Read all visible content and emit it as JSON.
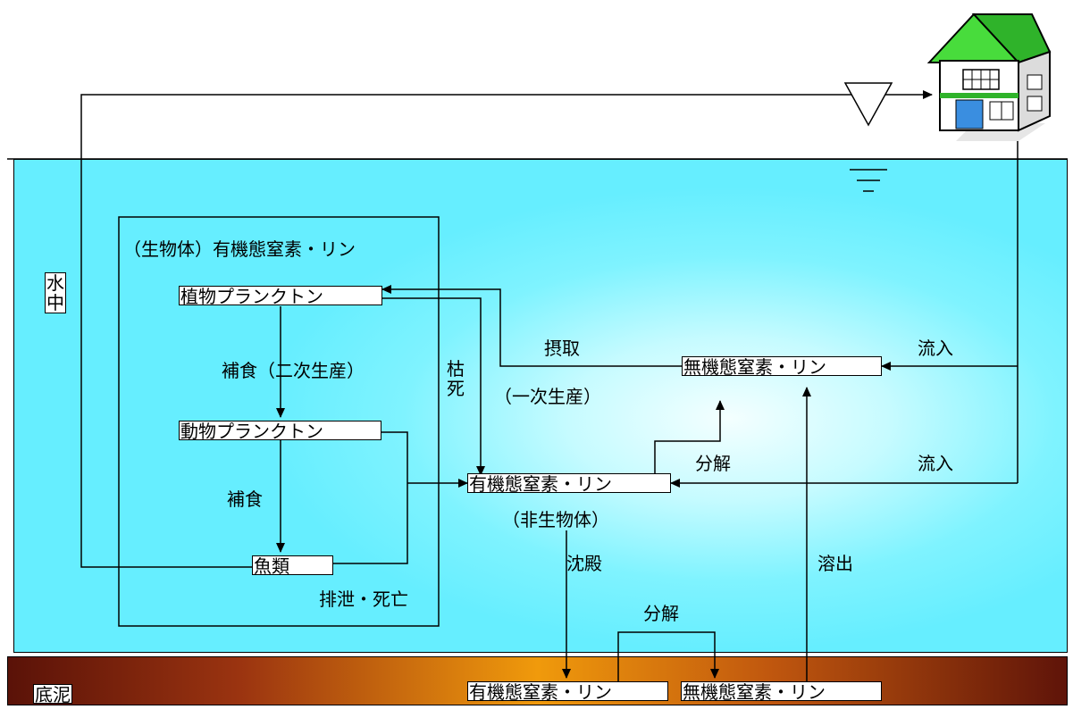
{
  "zones": {
    "water_label": "水中",
    "sediment_label": "底泥"
  },
  "organisms_group": {
    "title": "（生物体）有機態窒素・リン",
    "phytoplankton": "植物プランクトン",
    "zooplankton": "動物プランクトン",
    "fish": "魚類",
    "predation_secondary": "補食（二次生産）",
    "predation": "補食",
    "excretion_death": "排泄・死亡"
  },
  "water_column": {
    "inorganic": "無機態窒素・リン",
    "organic": "有機態窒素・リン",
    "non_living": "（非生物体）",
    "uptake": "摂取",
    "primary_production": "（一次生産）",
    "decomposition": "分解",
    "inflow_1": "流入",
    "inflow_2": "流入",
    "wither_death": "枯死",
    "sedimentation": "沈殿",
    "dissolution": "溶出"
  },
  "sediment": {
    "organic": "有機態窒素・リン",
    "inorganic": "無機態窒素・リン",
    "decomposition": "分解"
  },
  "colors": {
    "water": "#66eeff",
    "sediment_center": "#f09a0c",
    "sediment_edge": "#5a1208",
    "house_roof": "#44dd44"
  },
  "icons": [
    "water-level-triangle-icon",
    "house-icon"
  ]
}
